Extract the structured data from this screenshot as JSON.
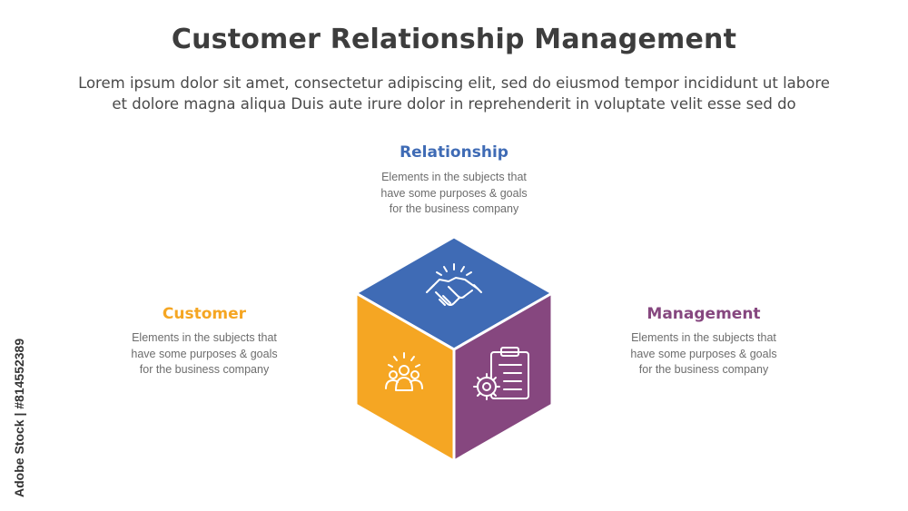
{
  "title": "Customer Relationship Management",
  "subtitle_line1": "Lorem ipsum dolor sit amet, consectetur adipiscing elit, sed do eiusmod tempor incididunt ut labore",
  "subtitle_line2": "et dolore magna aliqua Duis aute irure dolor in reprehenderit in voluptate velit esse sed do",
  "blocks": [
    {
      "key": "relationship",
      "title": "Relationship",
      "color": "#3f6bb5",
      "icon": "handshake-icon",
      "description": "Elements in the subjects that\nhave  some purposes & goals\nfor the  business company"
    },
    {
      "key": "customer",
      "title": "Customer",
      "color": "#f5a623",
      "icon": "people-group-icon",
      "description": "Elements in the subjects that\nhave  some purposes & goals\nfor the  business company"
    },
    {
      "key": "management",
      "title": "Management",
      "color": "#86477f",
      "icon": "clipboard-gear-icon",
      "description": "Elements in the subjects that\nhave  some purposes & goals\nfor the  business company"
    }
  ],
  "stock_tag": "Adobe Stock | #814552389"
}
